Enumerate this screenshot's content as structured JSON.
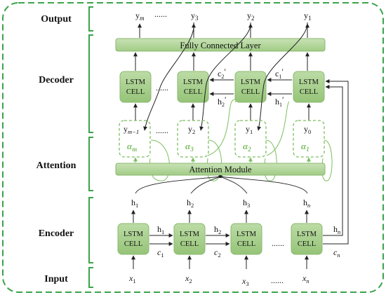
{
  "sections": {
    "output": "Output",
    "decoder": "Decoder",
    "attention": "Attention",
    "encoder": "Encoder",
    "input": "Input"
  },
  "fc_layer": "Fully Connected Layer",
  "attention_module": "Attention Module",
  "lstm_line1": "LSTM",
  "lstm_line2": "CELL",
  "ellipsis": "......",
  "outputs": {
    "ym": "y",
    "ym_sub": "m",
    "y3": "y",
    "y3_sub": "3",
    "y2": "y",
    "y2_sub": "2",
    "y1": "y",
    "y1_sub": "1"
  },
  "decoder_states": {
    "c2": "c",
    "c2_sub": "2",
    "h2": "h",
    "h2_sub": "2",
    "c1": "c",
    "c1_sub": "1",
    "h1": "h",
    "h1_sub": "1",
    "prime": "′"
  },
  "attention_inputs": {
    "ym1": "y",
    "ym1_sub": "m−1",
    "y2": "y",
    "y2_sub": "2",
    "y1": "y",
    "y1_sub": "1",
    "y0": "y",
    "y0_sub": "0"
  },
  "alphas": {
    "am": "α",
    "am_sub": "m",
    "a3": "α",
    "a3_sub": "3",
    "a2": "α",
    "a2_sub": "2",
    "a1": "α",
    "a1_sub": "1"
  },
  "encoder_hidden": {
    "h1": "h",
    "h1_sub": "1",
    "h2": "h",
    "h2_sub": "2",
    "h3": "h",
    "h3_sub": "3",
    "hn": "h",
    "hn_sub": "n"
  },
  "encoder_states": {
    "h1": "h",
    "h1_sub": "1",
    "c1": "c",
    "c1_sub": "1",
    "h2": "h",
    "h2_sub": "2",
    "c2": "c",
    "c2_sub": "2",
    "hn": "h",
    "hn_sub": "n",
    "cn": "c",
    "cn_sub": "n"
  },
  "inputs": {
    "x1": "x",
    "x1_sub": "1",
    "x2": "x",
    "x2_sub": "2",
    "x3": "x",
    "x3_sub": "3",
    "xn": "x",
    "xn_sub": "n"
  },
  "colors": {
    "frame": "#3aa34a",
    "box_fill": "#a8d08d",
    "box_stroke": "#8bb870",
    "bar_fill": "#b5d6a0",
    "alpha": "#7cbf5f"
  }
}
